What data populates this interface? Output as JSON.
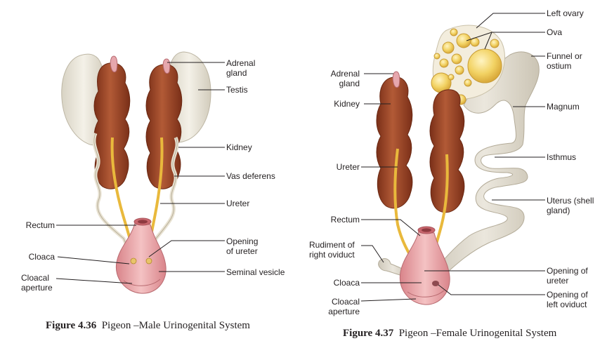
{
  "male": {
    "labels": {
      "adrenal_gland": "Adrenal\ngland",
      "testis": "Testis",
      "kidney": "Kidney",
      "vas_deferens": "Vas deferens",
      "ureter": "Ureter",
      "rectum": "Rectum",
      "opening_of_ureter": "Opening\nof ureter",
      "cloaca": "Cloaca",
      "seminal_vesicle": "Seminal vesicle",
      "cloacal_aperture": "Cloacal\naperture"
    },
    "caption": {
      "number": "Figure 4.36",
      "text": "Pigeon –Male Urinogenital System"
    }
  },
  "female": {
    "labels": {
      "left_ovary": "Left ovary",
      "ova": "Ova",
      "funnel_or_ostium": "Funnel or\nostium",
      "adrenal_gland": "Adrenal\ngland",
      "kidney": "Kidney",
      "magnum": "Magnum",
      "isthmus": "Isthmus",
      "ureter": "Ureter",
      "uterus": "Uterus (shell\ngland)",
      "rectum": "Rectum",
      "rudiment_of_right_oviduct": "Rudiment of\nright oviduct",
      "opening_of_ureter": "Opening of\nureter",
      "cloaca": "Cloaca",
      "opening_of_left_oviduct": "Opening of\nleft oviduct",
      "cloacal_aperture": "Cloacal\naperture"
    },
    "caption": {
      "number": "Figure 4.37",
      "text": "Pigeon –Female Urinogenital System"
    }
  },
  "colors": {
    "kidney": "#a0482a",
    "testis": "#ece8dc",
    "ureter": "#e9b93c",
    "cloaca": "#e8a2a6",
    "adrenal": "#e6a7ad",
    "oviduct": "#ddd8cc",
    "ovum": "#f4d66a",
    "leader": "#231f20"
  }
}
